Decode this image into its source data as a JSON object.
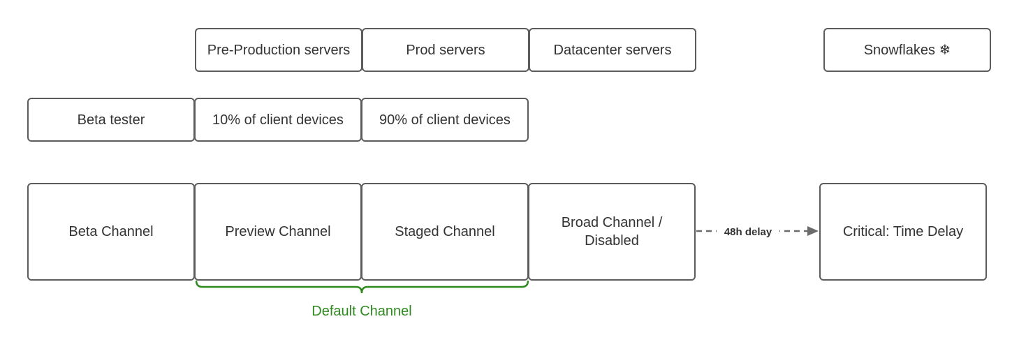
{
  "servers_row": [
    {
      "label": "Pre-Production servers"
    },
    {
      "label": "Prod servers"
    },
    {
      "label": "Datacenter servers"
    }
  ],
  "snowflakes": {
    "label": "Snowflakes ❄"
  },
  "clients_row": [
    {
      "label": "Beta tester"
    },
    {
      "label": "10% of client devices"
    },
    {
      "label": "90% of client devices"
    }
  ],
  "channels_row": [
    {
      "label": "Beta Channel"
    },
    {
      "label": "Preview Channel"
    },
    {
      "label": "Staged Channel"
    },
    {
      "label_line1": "Broad Channel /",
      "label_line2": "Disabled"
    }
  ],
  "critical": {
    "label": "Critical: Time Delay"
  },
  "delay_arrow": {
    "label": "48h delay"
  },
  "default_group": {
    "label": "Default Channel"
  },
  "colors": {
    "box_border": "#5c5c5c",
    "text": "#333333",
    "default_group": "#2f8a1f",
    "arrow": "#6b6b6b"
  }
}
